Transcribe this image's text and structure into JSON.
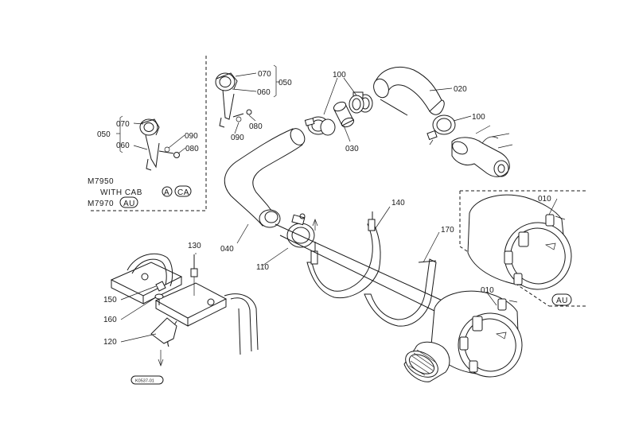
{
  "labels": {
    "p070a": "070",
    "p060a": "060",
    "p050a": "050",
    "p080a": "080",
    "p090a": "090",
    "p070b": "070",
    "p050b": "050",
    "p060b": "060",
    "p090b": "090",
    "p080b": "080",
    "p100a": "100",
    "p020": "020",
    "p100b": "100",
    "p030": "030",
    "p040": "040",
    "p110": "110",
    "p140": "140",
    "p170": "170",
    "p010a": "010",
    "p010b": "010",
    "p130": "130",
    "p150": "150",
    "p160": "160",
    "p120": "120"
  },
  "note": {
    "model1": "M7950",
    "with_cab": "WITH CAB",
    "code_a": "A",
    "code_ca": "CA",
    "model2": "M7970",
    "code_au": "AU"
  },
  "badge_au": "AU",
  "stamp": "K0537-01"
}
